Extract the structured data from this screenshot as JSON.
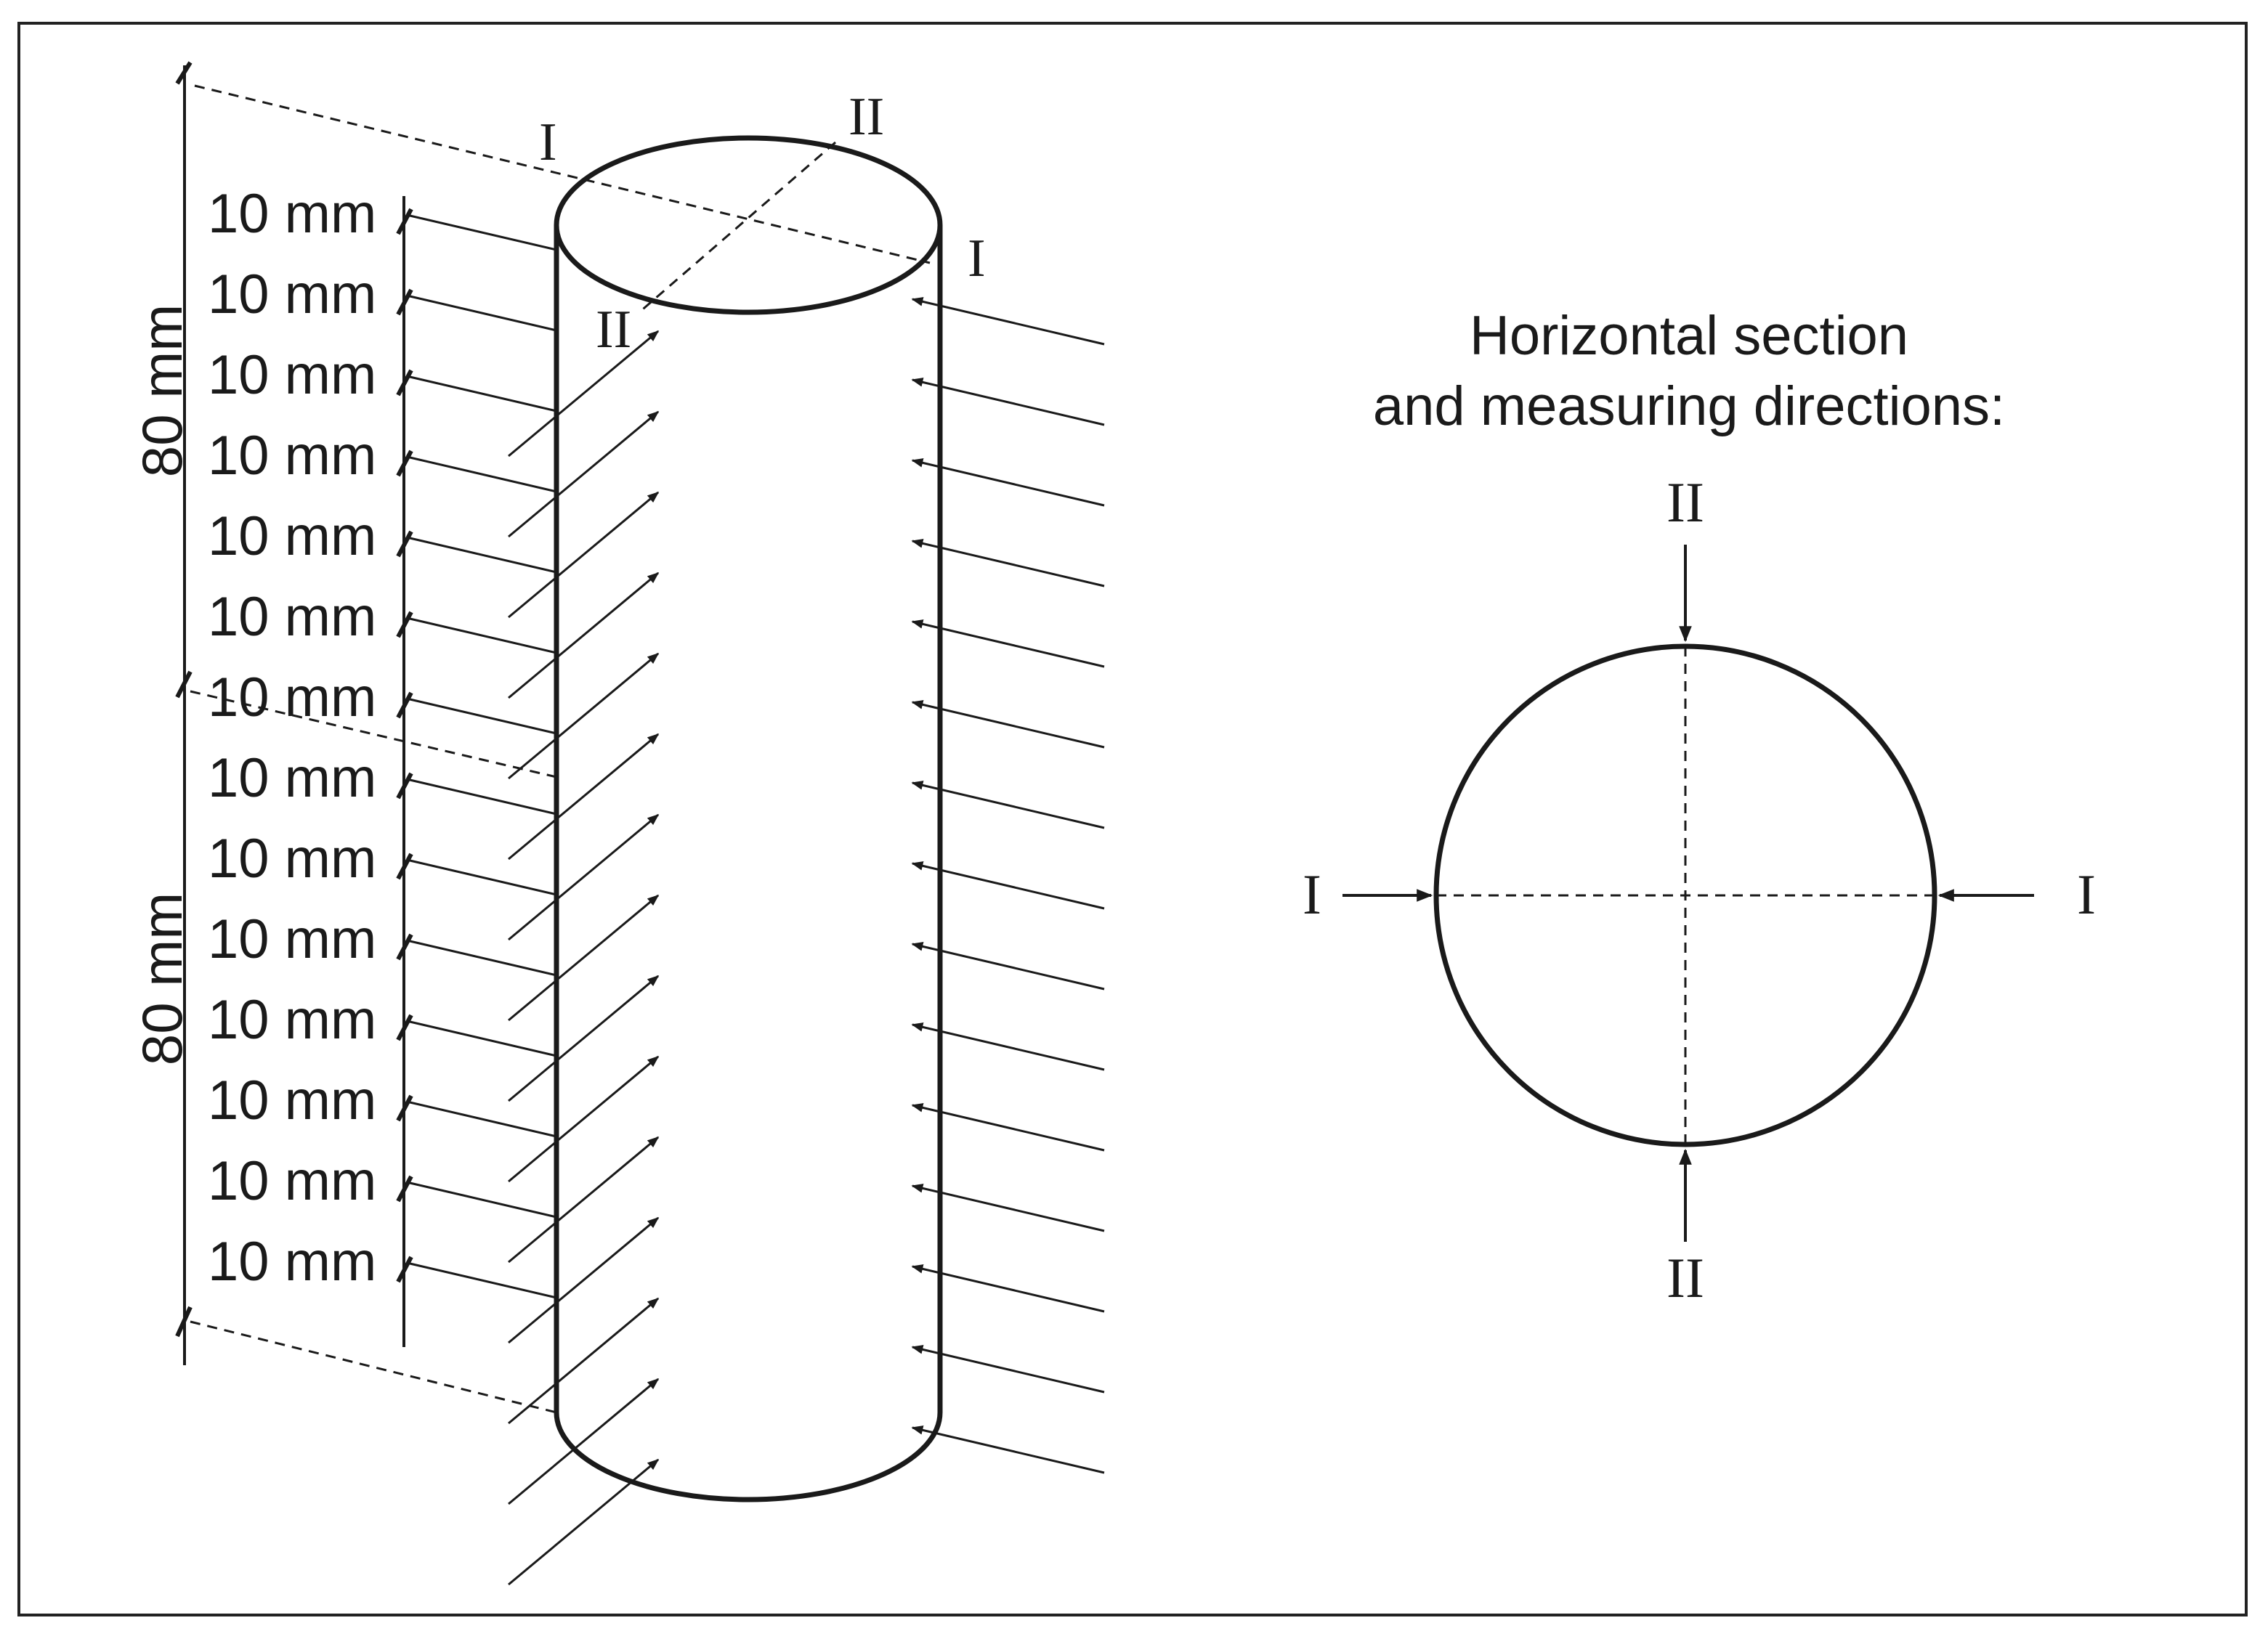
{
  "diagram": {
    "left_view": {
      "segment_labels": [
        "10 mm",
        "10 mm",
        "10 mm",
        "10 mm",
        "10 mm",
        "10 mm",
        "10 mm",
        "10 mm",
        "10 mm",
        "10 mm",
        "10 mm",
        "10 mm",
        "10 mm",
        "10 mm"
      ],
      "half_length_labels": [
        "80 mm",
        "80 mm"
      ],
      "top_direction_labels": {
        "I_left": "I",
        "II_top": "II",
        "I_right": "I",
        "II_bottom": "II"
      }
    },
    "right_view": {
      "title_line1": "Horizontal section",
      "title_line2": "and measuring directions:",
      "labels": {
        "top": "II",
        "bottom": "II",
        "left": "I",
        "right": "I"
      }
    }
  }
}
